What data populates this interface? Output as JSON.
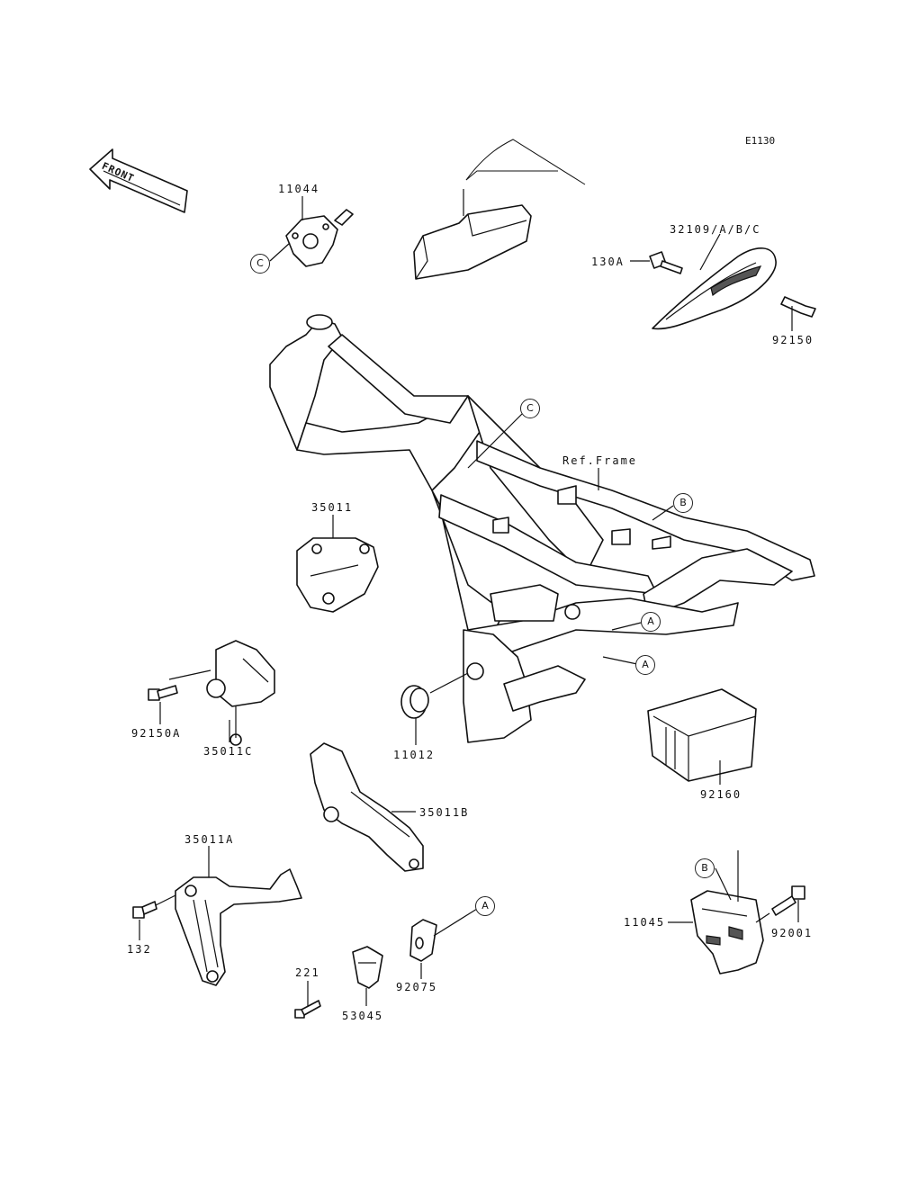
{
  "diagram_code": "E1130",
  "front_arrow_text": "FRONT",
  "reference_label": "Ref.Frame",
  "callouts": {
    "a1": "A",
    "a2": "A",
    "a3": "A",
    "b1": "B",
    "b2": "B",
    "c1": "C",
    "c2": "C"
  },
  "parts": {
    "p11044": "11044",
    "p32109": "32109/A/B/C",
    "p130a": "130A",
    "p92150": "92150",
    "p35011": "35011",
    "p92150a": "92150A",
    "p35011c": "35011C",
    "p11012": "11012",
    "p92160": "92160",
    "p35011b": "35011B",
    "p35011a": "35011A",
    "p132": "132",
    "p221": "221",
    "p53045": "53045",
    "p92075": "92075",
    "p11045": "11045",
    "p92001": "92001"
  }
}
